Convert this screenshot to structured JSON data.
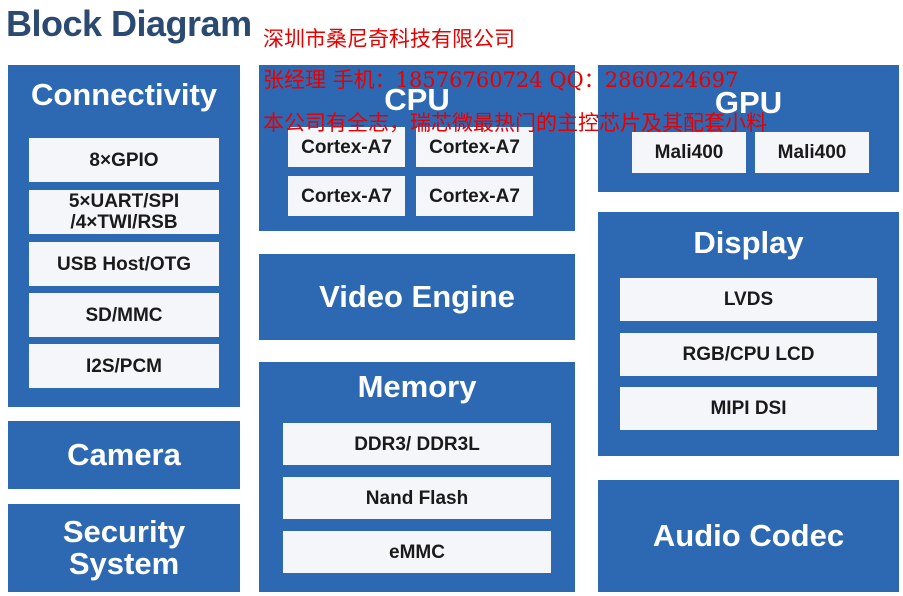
{
  "title": "Block Diagram",
  "connectivity": {
    "heading": "Connectivity",
    "items": [
      "8×GPIO",
      "5×UART/SPI\n/4×TWI/RSB",
      "USB Host/OTG",
      "SD/MMC",
      "I2S/PCM"
    ]
  },
  "camera": {
    "heading": "Camera"
  },
  "security": {
    "heading": "Security\nSystem"
  },
  "cpu": {
    "heading": "CPU",
    "cores": [
      "Cortex-A7",
      "Cortex-A7",
      "Cortex-A7",
      "Cortex-A7"
    ]
  },
  "video_engine": {
    "heading": "Video Engine"
  },
  "memory": {
    "heading": "Memory",
    "items": [
      "DDR3/ DDR3L",
      "Nand Flash",
      "eMMC"
    ]
  },
  "gpu": {
    "heading": "GPU",
    "items": [
      "Mali400",
      "Mali400"
    ]
  },
  "display": {
    "heading": "Display",
    "items": [
      "LVDS",
      "RGB/CPU LCD",
      "MIPI DSI"
    ]
  },
  "audio": {
    "heading": "Audio Codec"
  },
  "watermark": {
    "company": "深圳市桑尼奇科技有限公司",
    "contact": "张经理  手机：18576760724  QQ：2860224697",
    "slogan": "本公司有全志，瑞芯微最热门的主控芯片及其配套小料"
  },
  "colors": {
    "panel": "#2d68b3",
    "box": "#f4f6f9",
    "title": "#2b4a72",
    "watermark": "#e60000"
  }
}
